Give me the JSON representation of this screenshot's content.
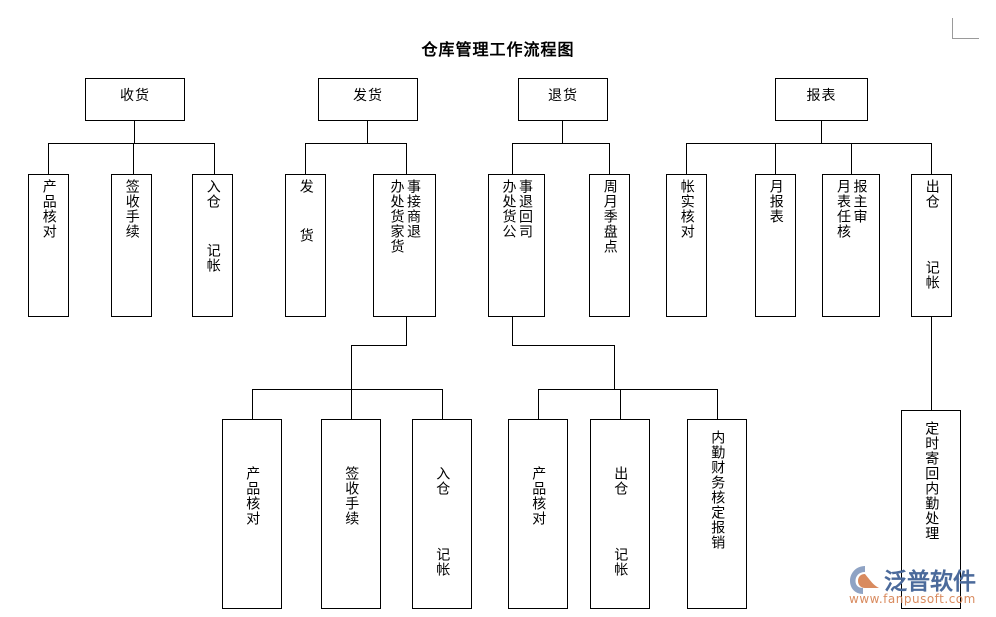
{
  "document": {
    "title": "仓库管理工作流程图"
  },
  "watermark": {
    "brand": "泛普软件",
    "url": "www.fanpusoft.com",
    "logo_icon": "fanpu-logo-icon",
    "brand_color": "#4b6a9b",
    "url_color": "#d98b5f"
  },
  "flow": {
    "top_row": [
      {
        "id": "receiving",
        "label": "收货"
      },
      {
        "id": "shipping",
        "label": "发货"
      },
      {
        "id": "returns",
        "label": "退货"
      },
      {
        "id": "reports",
        "label": "报表"
      }
    ],
    "receiving_children": [
      {
        "id": "rc-1",
        "col_right": "产品核对",
        "col_left": ""
      },
      {
        "id": "rc-2",
        "col_right": "签收手续",
        "col_left": ""
      },
      {
        "id": "rc-3",
        "col_right": "入仓  记帐",
        "col_left": ""
      }
    ],
    "shipping_children": [
      {
        "id": "sc-1",
        "col_right": "发  货",
        "col_left": ""
      },
      {
        "id": "sc-2",
        "col_right": "事接商退",
        "col_left": "办处货家货"
      }
    ],
    "returns_children": [
      {
        "id": "tc-1",
        "col_right": "事退回司",
        "col_left": "办处货公"
      },
      {
        "id": "tc-2",
        "col_right": "周月季盘点",
        "col_left": ""
      }
    ],
    "reports_children": [
      {
        "id": "pc-1",
        "col_right": "帐实核对",
        "col_left": ""
      },
      {
        "id": "pc-2",
        "col_right": "月报表",
        "col_left": ""
      },
      {
        "id": "pc-3",
        "col_right": "报主审",
        "col_left": "月表任核"
      },
      {
        "id": "pc-4",
        "col_right": "出仓   记帐",
        "col_left": ""
      }
    ],
    "shipping_grandchildren": [
      {
        "id": "sg-1",
        "col_right": "产品核对",
        "col_left": ""
      },
      {
        "id": "sg-2",
        "col_right": "签收手续",
        "col_left": ""
      },
      {
        "id": "sg-3",
        "col_right": "入仓   记帐",
        "col_left": ""
      }
    ],
    "returns_grandchildren": [
      {
        "id": "tg-1",
        "col_right": "产品核对",
        "col_left": ""
      },
      {
        "id": "tg-2",
        "col_right": "出仓   记帐",
        "col_left": ""
      },
      {
        "id": "tg-3",
        "col_right": "内勤财务核定报销",
        "col_left": ""
      }
    ],
    "reports_grandchildren": [
      {
        "id": "pg-1",
        "col_right": "定时寄回内勤处理",
        "col_left": ""
      }
    ]
  }
}
